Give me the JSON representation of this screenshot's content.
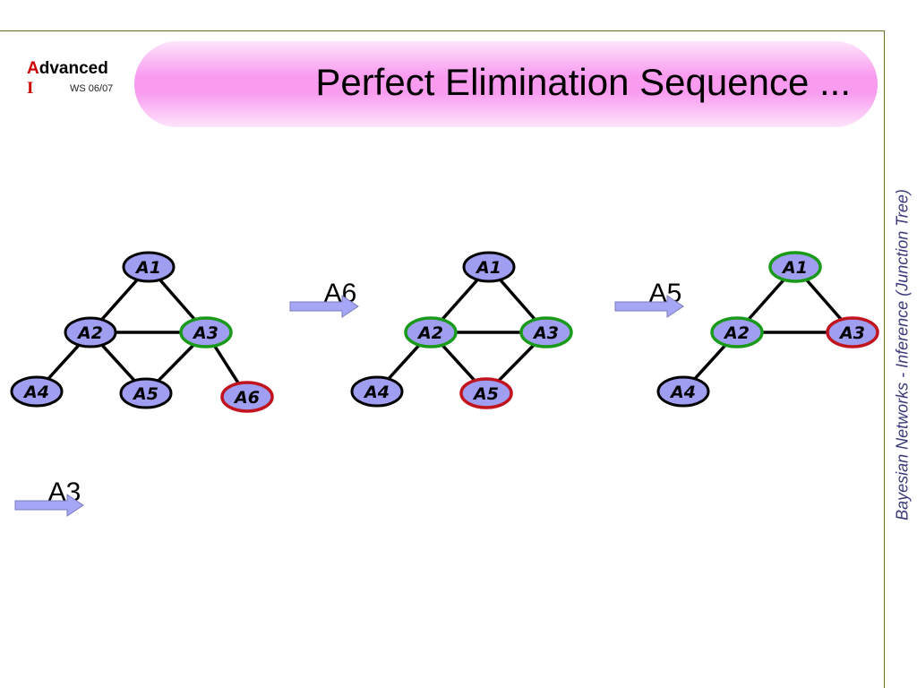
{
  "brand": {
    "first_letter": "A",
    "rest": "dvanced",
    "second_line": "I",
    "semester": "WS 06/07"
  },
  "title": "Perfect Elimination Sequence ...",
  "side_label": "Bayesian Networks  - Inference (Junction Tree)",
  "colors": {
    "node_fill": "#a09ef0",
    "default_border": "#000000",
    "green_border": "#1a9a1a",
    "red_border": "#c0141e",
    "arrow_fill": "#a6a6f6"
  },
  "graphs": [
    {
      "nodes": [
        {
          "id": "A1",
          "label": "A1",
          "border": "default"
        },
        {
          "id": "A2",
          "label": "A2",
          "border": "default"
        },
        {
          "id": "A3",
          "label": "A3",
          "border": "green"
        },
        {
          "id": "A4",
          "label": "A4",
          "border": "default"
        },
        {
          "id": "A5",
          "label": "A5",
          "border": "default"
        },
        {
          "id": "A6",
          "label": "A6",
          "border": "red"
        }
      ],
      "edges": [
        [
          "A1",
          "A2"
        ],
        [
          "A1",
          "A3"
        ],
        [
          "A2",
          "A3"
        ],
        [
          "A2",
          "A4"
        ],
        [
          "A2",
          "A5"
        ],
        [
          "A3",
          "A5"
        ],
        [
          "A3",
          "A6"
        ]
      ]
    },
    {
      "nodes": [
        {
          "id": "A1",
          "label": "A1",
          "border": "default"
        },
        {
          "id": "A2",
          "label": "A2",
          "border": "green"
        },
        {
          "id": "A3",
          "label": "A3",
          "border": "green"
        },
        {
          "id": "A4",
          "label": "A4",
          "border": "default"
        },
        {
          "id": "A5",
          "label": "A5",
          "border": "red"
        }
      ],
      "edges": [
        [
          "A1",
          "A2"
        ],
        [
          "A1",
          "A3"
        ],
        [
          "A2",
          "A3"
        ],
        [
          "A2",
          "A4"
        ],
        [
          "A2",
          "A5"
        ],
        [
          "A3",
          "A5"
        ]
      ]
    },
    {
      "nodes": [
        {
          "id": "A1",
          "label": "A1",
          "border": "green"
        },
        {
          "id": "A2",
          "label": "A2",
          "border": "green"
        },
        {
          "id": "A3",
          "label": "A3",
          "border": "red"
        },
        {
          "id": "A4",
          "label": "A4",
          "border": "default"
        }
      ],
      "edges": [
        [
          "A1",
          "A2"
        ],
        [
          "A1",
          "A3"
        ],
        [
          "A2",
          "A3"
        ],
        [
          "A2",
          "A4"
        ]
      ]
    }
  ],
  "steps": [
    "A6",
    "A5",
    "A3"
  ]
}
